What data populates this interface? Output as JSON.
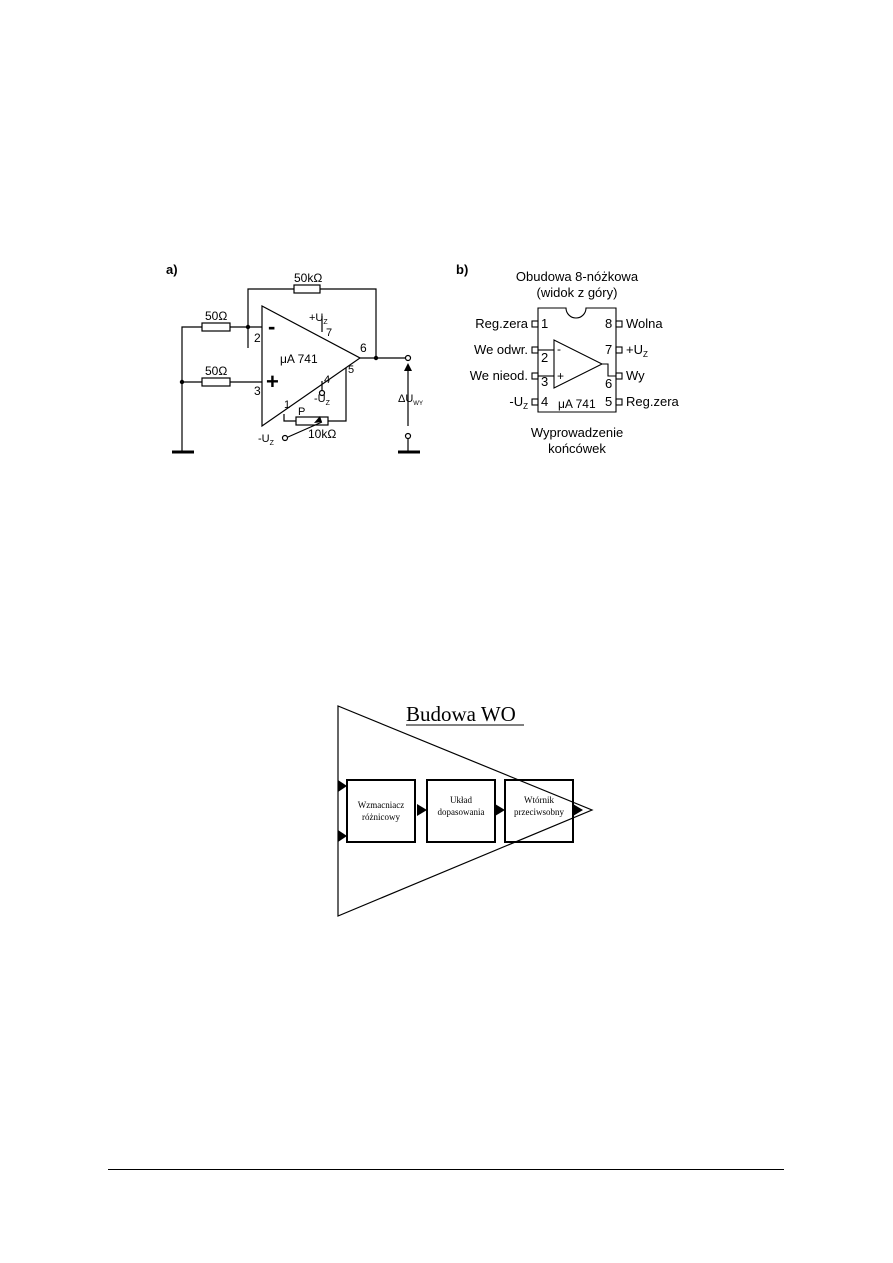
{
  "figure_a": {
    "label": "a)",
    "feedback_resistor": "50kΩ",
    "input_resistor_top": "50Ω",
    "input_resistor_bottom": "50Ω",
    "minus_sign": "-",
    "plus_sign": "+",
    "opamp_name": "μA 741",
    "pin_2": "2",
    "pin_3": "3",
    "pin_7": "7",
    "pin_4": "4",
    "pin_6": "6",
    "pin_5": "5",
    "pin_1": "1",
    "supply_plus": "+U",
    "supply_plus_sub": "Z",
    "supply_minus": "-U",
    "supply_minus_sub": "Z",
    "pot_label": "P",
    "pot_value": "10kΩ",
    "neg_supply_label": "-U",
    "neg_supply_sub": "Z",
    "output_label": "ΔU",
    "output_sub": "WY"
  },
  "figure_b": {
    "label": "b)",
    "title_line1": "Obudowa 8-nóżkowa",
    "title_line2": "(widok z góry)",
    "pins_left": [
      {
        "name": "Reg.zera",
        "num": "1"
      },
      {
        "name": "We odwr.",
        "num": "2"
      },
      {
        "name": "We nieod.",
        "num": "3"
      },
      {
        "name": "-U",
        "sub": "Z",
        "num": "4"
      }
    ],
    "pins_right": [
      {
        "name": "Wolna",
        "num": "8"
      },
      {
        "name": "+U",
        "sub": "Z",
        "num": "7"
      },
      {
        "name": "Wy",
        "num": "6"
      },
      {
        "name": "Reg.zera",
        "num": "5"
      }
    ],
    "minus_sign": "-",
    "plus_sign": "+",
    "chip_name": "μA 741",
    "caption_line1": "Wyprowadzenie",
    "caption_line2": "końcówek"
  },
  "figure_wo": {
    "title": "Budowa WO",
    "blocks": [
      {
        "line1": "Wzmacniacz",
        "line2": "różnicowy"
      },
      {
        "line1": "Układ",
        "line2": "dopasowania"
      },
      {
        "line1": "Wtórnik",
        "line2": "przeciwsobny"
      }
    ]
  }
}
